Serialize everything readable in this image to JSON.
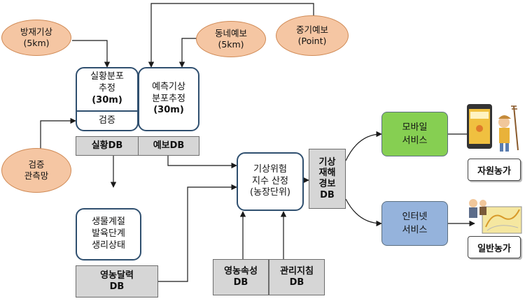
{
  "inputs": {
    "disaster_weather": [
      "방재기상",
      "(5km)"
    ],
    "dongne_forecast": [
      "동네예보",
      "(5km)"
    ],
    "midterm_forecast": [
      "중기예보",
      "(Point)"
    ],
    "verification_net": [
      "검증",
      "관측망"
    ]
  },
  "process": {
    "actual_dist": [
      "실황분포",
      "추정",
      "(30m)"
    ],
    "verification": "검증",
    "forecast_dist": [
      "예측기상",
      "분포추정",
      "(30m)"
    ],
    "actual_db": "실황DB",
    "forecast_db": "예보DB",
    "bio_season": [
      "생물계절",
      "발육단계",
      "생리상태"
    ],
    "farm_calendar_db": [
      "영농달력",
      "DB"
    ],
    "risk_index": [
      "기상위험",
      "지수 산정",
      "(농장단위)"
    ],
    "farm_info_db": [
      "영농속성",
      "DB"
    ],
    "mgmt_guide_db": [
      "관리지침",
      "DB"
    ],
    "warning_db": [
      "기상",
      "재해",
      "경보",
      "DB"
    ]
  },
  "services": {
    "mobile": [
      "모바일",
      "서비스"
    ],
    "internet": [
      "인터넷",
      "서비스"
    ]
  },
  "users": {
    "volunteer_farmer": "자원농가",
    "general_farmer": "일반농가"
  },
  "colors": {
    "input_fill": "#f5c6a3",
    "input_border": "#d08a55",
    "process_border": "#2f4f6f",
    "db_fill": "#d6d6d6",
    "mobile_fill": "#86cf52",
    "internet_fill": "#95b3dc",
    "arrow": "#1a1a1a"
  }
}
